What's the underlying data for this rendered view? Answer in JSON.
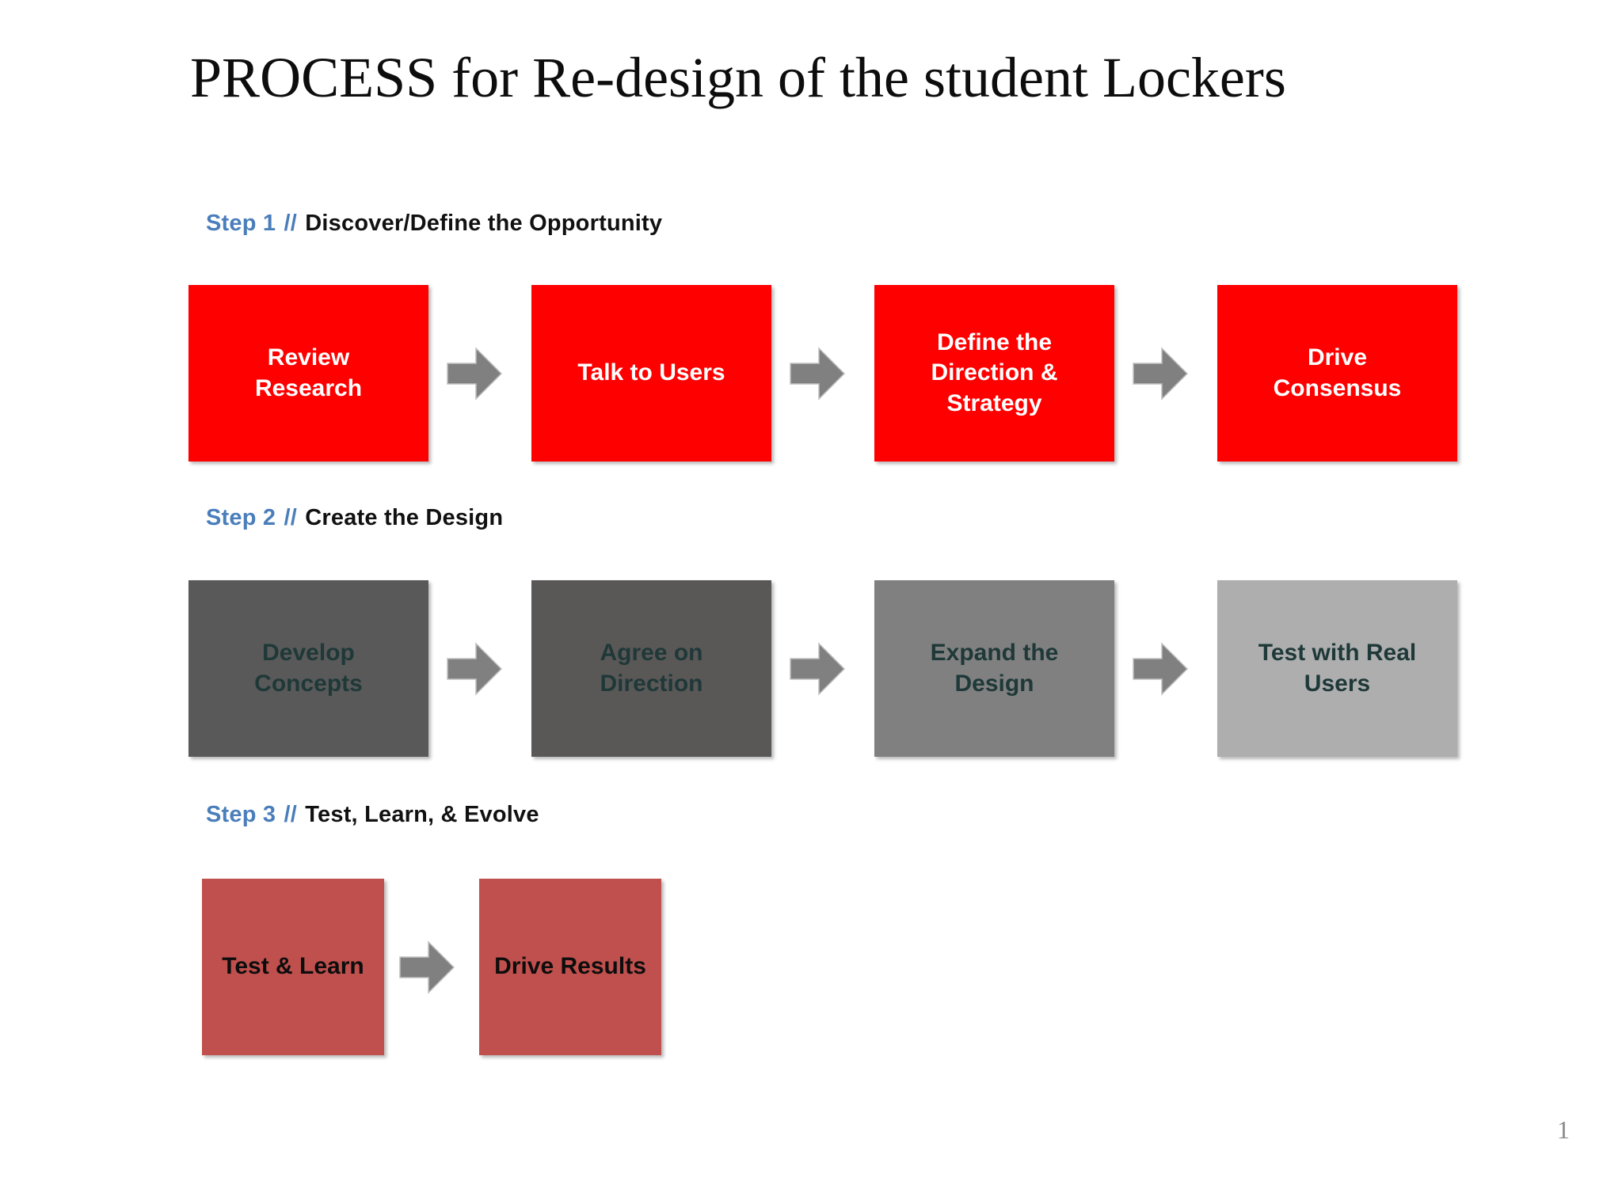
{
  "slide": {
    "title": "PROCESS for Re-design of the student Lockers",
    "page_number": "1",
    "background_color": "#FFFFFF"
  },
  "colors": {
    "step_key_blue": "#4A7EBB",
    "step_desc_black": "#111111",
    "row1_box": "#FF0000",
    "row1_text": "#FFFFFF",
    "row2_box_1": "#595959",
    "row2_box_2": "#5A5757",
    "row2_box_3": "#808080",
    "row2_box_4": "#AEAEAE",
    "row2_text": "#1F3838",
    "row3_box": "#C0504D",
    "row3_text": "#0D0D0D",
    "arrow_fill": "#808080",
    "arrow_stroke": "#BFBFBF",
    "page_number_color": "#8A8A8A"
  },
  "steps": [
    {
      "key": "Step 1",
      "separator": "//",
      "description": "Discover/Define the Opportunity",
      "boxes": [
        {
          "label": "Review Research",
          "lines": [
            "Review",
            "Research"
          ],
          "fill": "#FF0000",
          "text_color": "#FFFFFF"
        },
        {
          "label": "Talk to Users",
          "lines": [
            "Talk to Users"
          ],
          "fill": "#FF0000",
          "text_color": "#FFFFFF"
        },
        {
          "label": "Define the Direction & Strategy",
          "lines": [
            "Define the",
            "Direction &",
            "Strategy"
          ],
          "fill": "#FF0000",
          "text_color": "#FFFFFF"
        },
        {
          "label": "Drive Consensus",
          "lines": [
            "Drive",
            "Consensus"
          ],
          "fill": "#FF0000",
          "text_color": "#FFFFFF"
        }
      ],
      "arrow_count": 3
    },
    {
      "key": "Step 2",
      "separator": "//",
      "description": "Create the Design",
      "boxes": [
        {
          "label": "Develop Concepts",
          "lines": [
            "Develop",
            "Concepts"
          ],
          "fill": "#595959",
          "text_color": "#1F3838"
        },
        {
          "label": "Agree on Direction",
          "lines": [
            "Agree on",
            "Direction"
          ],
          "fill": "#5A5757",
          "text_color": "#1F3838"
        },
        {
          "label": "Expand the Design",
          "lines": [
            "Expand the",
            "Design"
          ],
          "fill": "#808080",
          "text_color": "#1F3838"
        },
        {
          "label": "Test with Real Users",
          "lines": [
            "Test with Real",
            "Users"
          ],
          "fill": "#AEAEAE",
          "text_color": "#1F3838"
        }
      ],
      "arrow_count": 3
    },
    {
      "key": "Step 3",
      "separator": "//",
      "description": "Test, Learn, & Evolve",
      "boxes": [
        {
          "label": "Test & Learn",
          "lines": [
            "Test & Learn"
          ],
          "fill": "#C0504D",
          "text_color": "#0D0D0D"
        },
        {
          "label": "Drive Results",
          "lines": [
            "Drive Results"
          ],
          "fill": "#C0504D",
          "text_color": "#0D0D0D"
        }
      ],
      "arrow_count": 1
    }
  ],
  "icons": {
    "arrow": "right-block-arrow-icon"
  }
}
